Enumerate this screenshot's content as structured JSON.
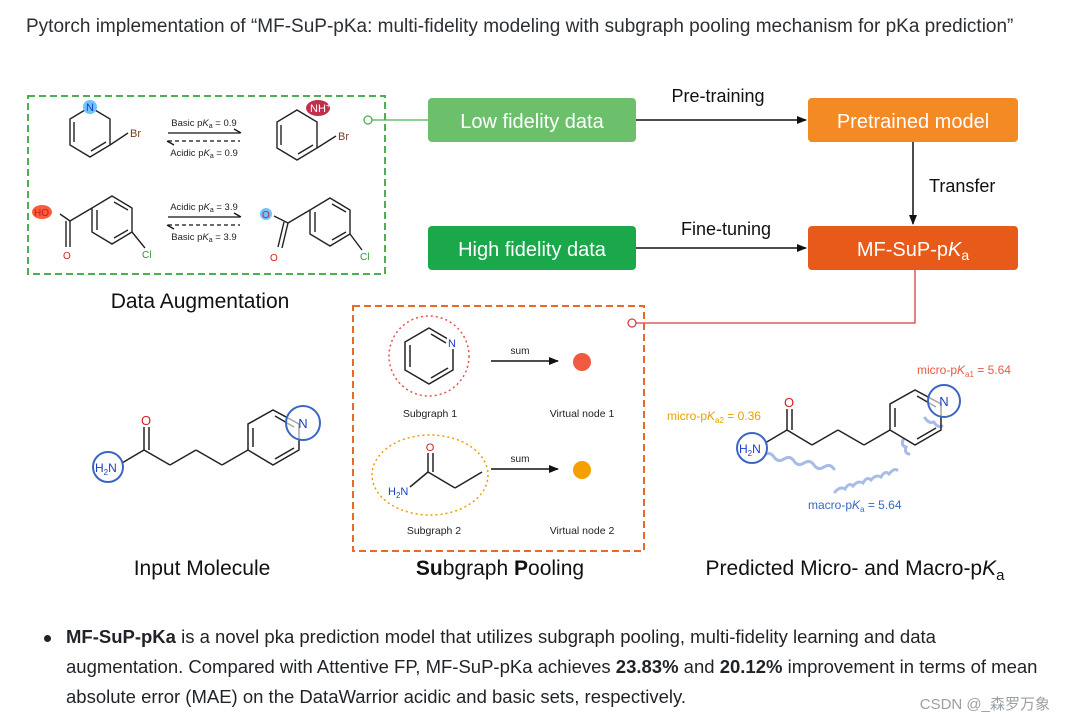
{
  "intro_text": "Pytorch implementation of “MF-SuP-pKa: multi-fidelity modeling with subgraph pooling mechanism for pKa prediction”",
  "colors": {
    "low_fidelity": "#6cc06c",
    "high_fidelity": "#1aa84a",
    "pretrained": "#f48a24",
    "mfsup": "#e85a19",
    "dashed_green": "#4caf50",
    "dashed_orange": "#e8692a",
    "red_dot": "#f05a40",
    "orange_dot": "#f5a000",
    "blue_circle": "#3a66c4",
    "micro1": "#e85a40",
    "micro2": "#e8a000",
    "macro": "#3a66c4"
  },
  "boxes": {
    "low_fidelity": "Low fidelity data",
    "high_fidelity": "High fidelity data",
    "pretrained": "Pretrained model",
    "mfsup_prefix": "MF-SuP-p",
    "mfsup_K": "K",
    "mfsup_sub": "a"
  },
  "arrows": {
    "pretraining": "Pre-training",
    "finetuning": "Fine-tuning",
    "transfer": "Transfer"
  },
  "augmentation": {
    "caption": "Data Augmentation",
    "reaction1": {
      "basic_prefix": "Basic p",
      "basic_K": "K",
      "basic_sub": "a",
      "basic_value": " = 0.9",
      "acidic_prefix": "Acidic p",
      "acidic_K": "K",
      "acidic_sub": "a",
      "acidic_value": " = 0.9"
    },
    "reaction2": {
      "acidic_prefix": "Acidic p",
      "acidic_K": "K",
      "acidic_sub": "a",
      "acidic_value": " = 3.9",
      "basic_prefix": "Basic p",
      "basic_K": "K",
      "basic_sub": "a",
      "basic_value": " = 3.9"
    },
    "atom_br": "Br",
    "atom_cl": "Cl",
    "atom_n": "N",
    "atom_nh": "NH",
    "atom_nh_plus": "+",
    "atom_ho": "HO",
    "atom_o": "O"
  },
  "pooling": {
    "caption_bold1": "Su",
    "caption_rest1": "bgraph ",
    "caption_bold2": "P",
    "caption_rest2": "ooling",
    "sum1": "sum",
    "sum2": "sum",
    "subgraph1": "Subgraph 1",
    "subgraph2": "Subgraph 2",
    "virtual1": "Virtual node 1",
    "virtual2": "Virtual node 2",
    "atom_n": "N",
    "atom_o": "O",
    "atom_h2n": "H",
    "atom_h2n_sub": "2",
    "atom_h2n_n": "N"
  },
  "input_molecule": {
    "caption": "Input Molecule",
    "atom_o": "O",
    "atom_n": "N",
    "atom_h": "H",
    "atom_h_sub": "2",
    "atom_h_n": "N"
  },
  "prediction": {
    "caption_prefix": "Predicted Micro- and Macro-p",
    "caption_K": "K",
    "caption_sub": "a",
    "micro1_prefix": "micro-p",
    "micro1_K": "K",
    "micro1_sub": "a1",
    "micro1_value": " = 5.64",
    "micro2_prefix": "micro-p",
    "micro2_K": "K",
    "micro2_sub": "a2",
    "micro2_value": " = 0.36",
    "macro_prefix": "macro-p",
    "macro_K": "K",
    "macro_sub": "a",
    "macro_value": " = 5.64",
    "atom_o": "O",
    "atom_n": "N",
    "atom_h": "H",
    "atom_h_sub": "2",
    "atom_h_n": "N"
  },
  "bullet": {
    "bold_name": "MF-SuP-pKa",
    "text1": " is a novel pka prediction model that utilizes subgraph pooling, multi-fidelity learning and data augmentation. Compared with Attentive FP, MF-SuP-pKa achieves ",
    "bold_pct1": "23.83%",
    "text2": " and ",
    "bold_pct2": "20.12%",
    "text3": " improvement in terms of mean absolute error (MAE) on the DataWarrior acidic and basic sets, respectively."
  },
  "watermark": "CSDN @_森罗万象"
}
